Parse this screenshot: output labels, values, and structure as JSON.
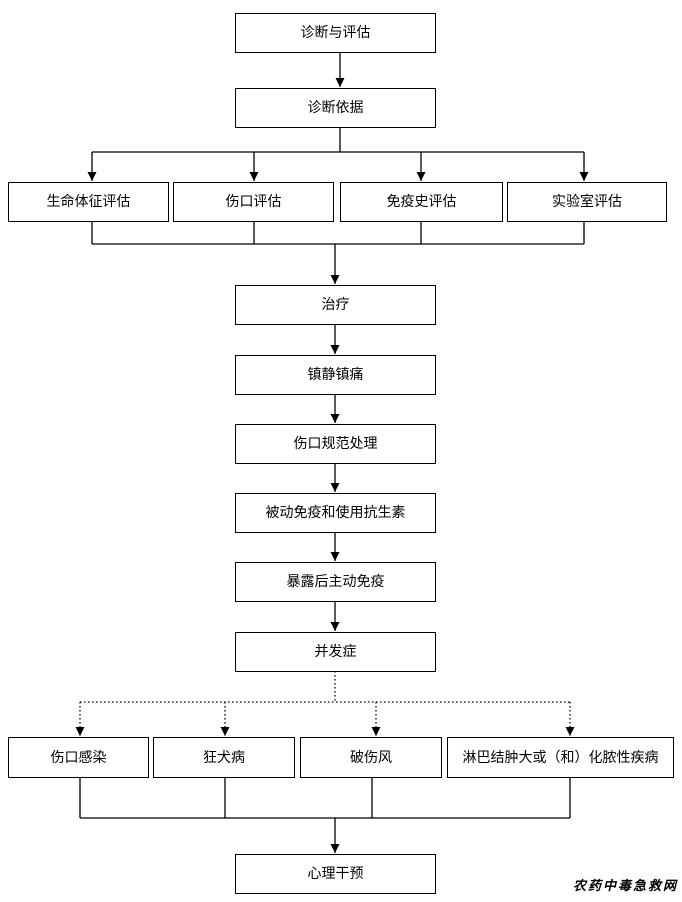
{
  "nodes": {
    "diagnosis_assessment": "诊断与评估",
    "diagnosis_basis": "诊断依据",
    "vital_signs": "生命体征评估",
    "wound_assessment": "伤口评估",
    "immunization_history": "免疫史评估",
    "lab_assessment": "实验室评估",
    "treatment": "治疗",
    "sedation_analgesia": "镇静镇痛",
    "wound_care": "伤口规范处理",
    "passive_immunization": "被动免疫和使用抗生素",
    "active_immunization": "暴露后主动免疫",
    "complications": "并发症",
    "wound_infection": "伤口感染",
    "rabies": "狂犬病",
    "tetanus": "破伤风",
    "lymphadenitis": "淋巴结肿大或（和）化脓性疾病",
    "psych_intervention": "心理干预"
  },
  "watermark": "农药中毒急救网"
}
